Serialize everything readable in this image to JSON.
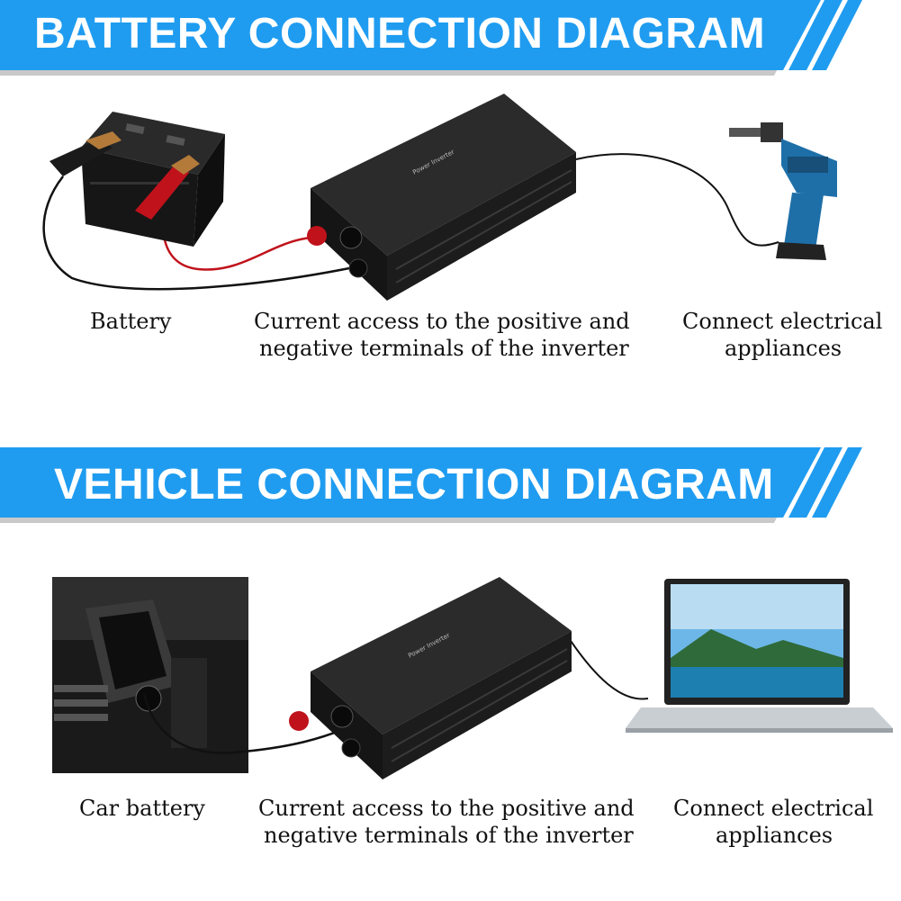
{
  "battery_section": {
    "title": "BATTERY CONNECTION DIAGRAM",
    "source_caption": "Battery",
    "inverter_caption_line1": "Current access to the positive and",
    "inverter_caption_line2": "negative terminals of the inverter",
    "appliance_caption_line1": "Connect electrical",
    "appliance_caption_line2": "appliances"
  },
  "vehicle_section": {
    "title": "VEHICLE CONNECTION DIAGRAM",
    "source_caption": "Car battery",
    "inverter_caption_line1": "Current access to the positive and",
    "inverter_caption_line2": "negative terminals of the inverter",
    "appliance_caption_line1": "Connect electrical",
    "appliance_caption_line2": "appliances"
  },
  "colors": {
    "banner_blue": "#1f9cf0",
    "banner_shadow": "#c7c7c7",
    "inverter_body": "#1c1c1c",
    "positive_red": "#c0121b",
    "cable": "#111111",
    "drill_blue": "#1e6fa8"
  }
}
